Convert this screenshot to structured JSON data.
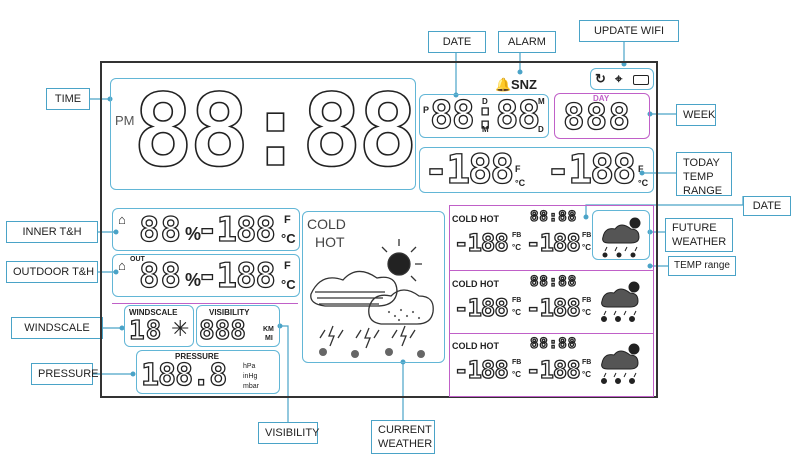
{
  "callouts": {
    "date_top": "DATE",
    "alarm": "ALARM",
    "update_wifi": "UPDATE  WIFI",
    "time": "TIME",
    "week": "WEEK",
    "today_temp_range": "TODAY\nTEMP\nRANGE",
    "date_right": "DATE",
    "inner_th": "INNER T&H",
    "future_weather": "FUTURE\nWEATHER",
    "outdoor_th": "OUTDOOR T&H",
    "temp_range": "TEMP range",
    "windscale": "WINDSCALE",
    "pressure": "PRESSURE",
    "visibility": "VISIBILITY",
    "current_weather": "CURRENT\nWEATHER"
  },
  "lcd": {
    "pm": "PM",
    "time_digits": "88:88",
    "snz": "SNZ",
    "date_digits": "88:88",
    "date_p": "P",
    "date_d_top": "D",
    "date_m_bottom": "M",
    "date_m_right": "M",
    "date_d_right": "D",
    "day": "DAY",
    "week_digits": "888",
    "today_temp_1": "-188",
    "today_temp_2": "-188",
    "unit_f": "F",
    "unit_c": "°C",
    "inner_hum": "88",
    "inner_pct": "%",
    "inner_temp": "-188",
    "out_tag": "OUT",
    "out_hum": "88",
    "out_pct": "%",
    "out_temp": "-188",
    "cold": "COLD",
    "hot": "HOT",
    "windscale_label": "WINDSCALE",
    "wind_digits": "18",
    "visibility_label": "VISIBILITY",
    "vis_digits": "888",
    "km": "KM",
    "mi": "MI",
    "pressure_label": "PRESSURE",
    "pressure_digits": "188.8",
    "hpa": "hPa",
    "inhg": "inHg",
    "mbar": "mbar",
    "forecast": [
      {
        "cold_hot": "COLD HOT",
        "date": "88:88",
        "t1": "-188",
        "t2": "-188",
        "fb": "FB"
      },
      {
        "cold_hot": "COLD HOT",
        "date": "88:88",
        "t1": "-188",
        "t2": "-188",
        "fb": "FB"
      },
      {
        "cold_hot": "COLD HOT",
        "date": "88:88",
        "t1": "-188",
        "t2": "-188",
        "fb": "FB"
      }
    ]
  },
  "colors": {
    "callout_border": "#4aa3c7",
    "zone_blue": "#62b6d6",
    "zone_purple": "#c060c8"
  }
}
